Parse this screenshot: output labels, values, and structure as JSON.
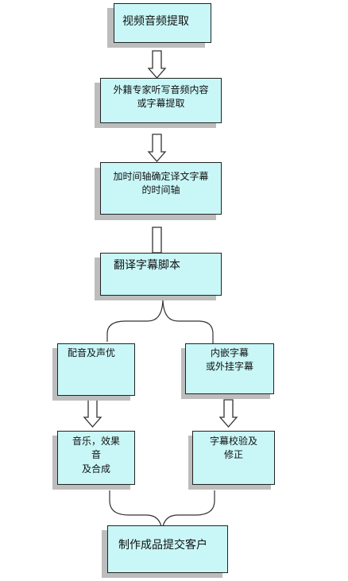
{
  "colors": {
    "box_fill": "#c9f7f8",
    "box_border": "#222222",
    "shadow": "#bdbdbd",
    "arrow_fill": "#ffffff",
    "connector": "#333333"
  },
  "steps": {
    "video_audio_extract": "视频音频提取",
    "foreign_transcription": "外籍专家听写音频内容\n或字幕提取",
    "timeline": "加时间轴确定译文字幕\n的时间轴",
    "translate_script": "翻译字幕脚本",
    "dubbing": "配音及声优",
    "subtitles_embed": "内嵌字幕\n或外挂字幕",
    "audio_mix": "音乐，效果\n音\n及合成",
    "subtitle_check": "字幕校验及\n修正",
    "final_delivery": "制作成品提交客户"
  }
}
